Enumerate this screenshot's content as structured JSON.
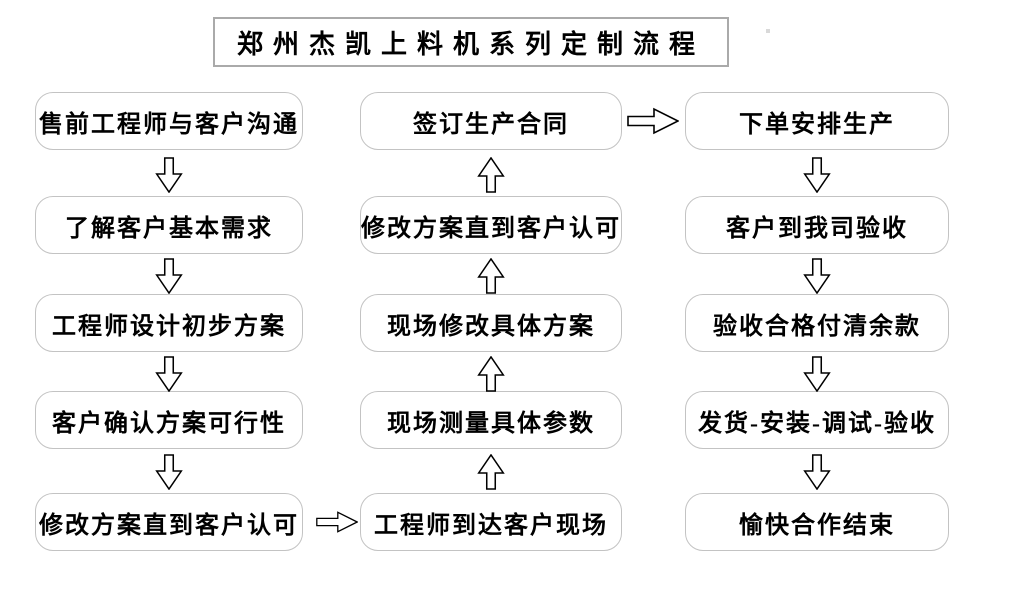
{
  "title": "郑州杰凯上料机系列定制流程",
  "columns": {
    "left": {
      "flow": "top-to-bottom",
      "boxes": [
        "售前工程师与客户沟通",
        "了解客户基本需求",
        "工程师设计初步方案",
        "客户确认方案可行性",
        "修改方案直到客户认可"
      ]
    },
    "middle": {
      "flow": "bottom-to-top",
      "boxes": [
        "签订生产合同",
        "修改方案直到客户认可",
        "现场修改具体方案",
        "现场测量具体参数",
        "工程师到达客户现场"
      ]
    },
    "right": {
      "flow": "top-to-bottom",
      "boxes": [
        "下单安排生产",
        "客户到我司验收",
        "验收合格付清余款",
        "发货-安装-调试-验收",
        "愉快合作结束"
      ]
    }
  },
  "connectors": {
    "left_column": "down-arrows between each step",
    "middle_column": "up-arrows between each step",
    "left_to_middle": "right-arrow from left column bottom box to middle column bottom box",
    "middle_to_right": "right-arrow from middle column top box to right column top box"
  },
  "icons": {
    "down_arrow": "hollow-block-arrow-down",
    "up_arrow": "hollow-block-arrow-up",
    "right_arrow": "hollow-block-arrow-right"
  },
  "colors": {
    "background": "#ffffff",
    "box_border": "#c3c3c3",
    "title_border": "#aaaaaa",
    "text": "#000000",
    "arrow_outline": "#000000",
    "arrow_fill": "#ffffff"
  }
}
